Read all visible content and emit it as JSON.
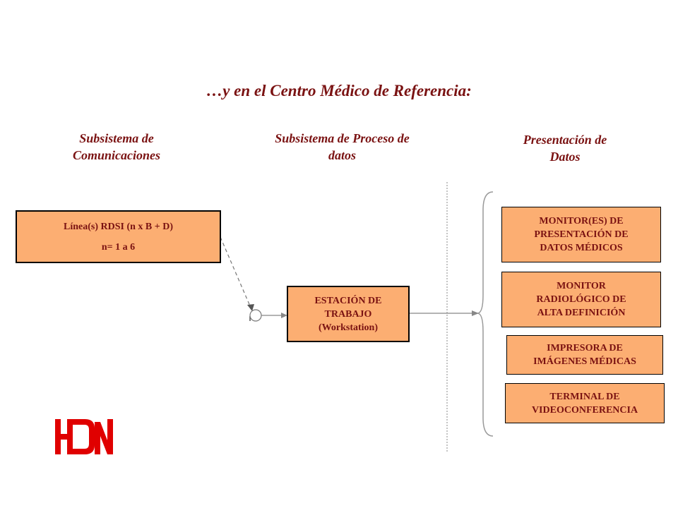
{
  "title": "…y en el Centro Médico de Referencia:",
  "columns": {
    "communications": {
      "line1": "Subsistema de",
      "line2": "Comunicaciones"
    },
    "processing": {
      "line1": "Subsistema de Proceso de",
      "line2": "datos"
    },
    "presentation": {
      "line1": "Presentación de",
      "line2": "Datos"
    }
  },
  "boxes": {
    "rdsi": {
      "line1": "Línea(s) RDSI (n x B + D)",
      "line2": "n= 1 a 6"
    },
    "workstation": {
      "line1": "ESTACIÓN DE",
      "line2": "TRABAJO",
      "line3": "(Workstation)"
    },
    "monitor_data": {
      "line1": "MONITOR(ES) DE",
      "line2": "PRESENTACIÓN DE",
      "line3": "DATOS MÉDICOS"
    },
    "monitor_radio": {
      "line1": "MONITOR",
      "line2": "RADIOLÓGICO DE",
      "line3": "ALTA DEFINICIÓN"
    },
    "printer": {
      "line1": "IMPRESORA DE",
      "line2": "IMÁGENES MÉDICAS"
    },
    "videoconf": {
      "line1": "TERMINAL DE",
      "line2": "VIDEOCONFERENCIA"
    }
  },
  "colors": {
    "accent_text": "#7a1212",
    "box_fill": "#fcae72",
    "logo_red": "#e00000"
  }
}
